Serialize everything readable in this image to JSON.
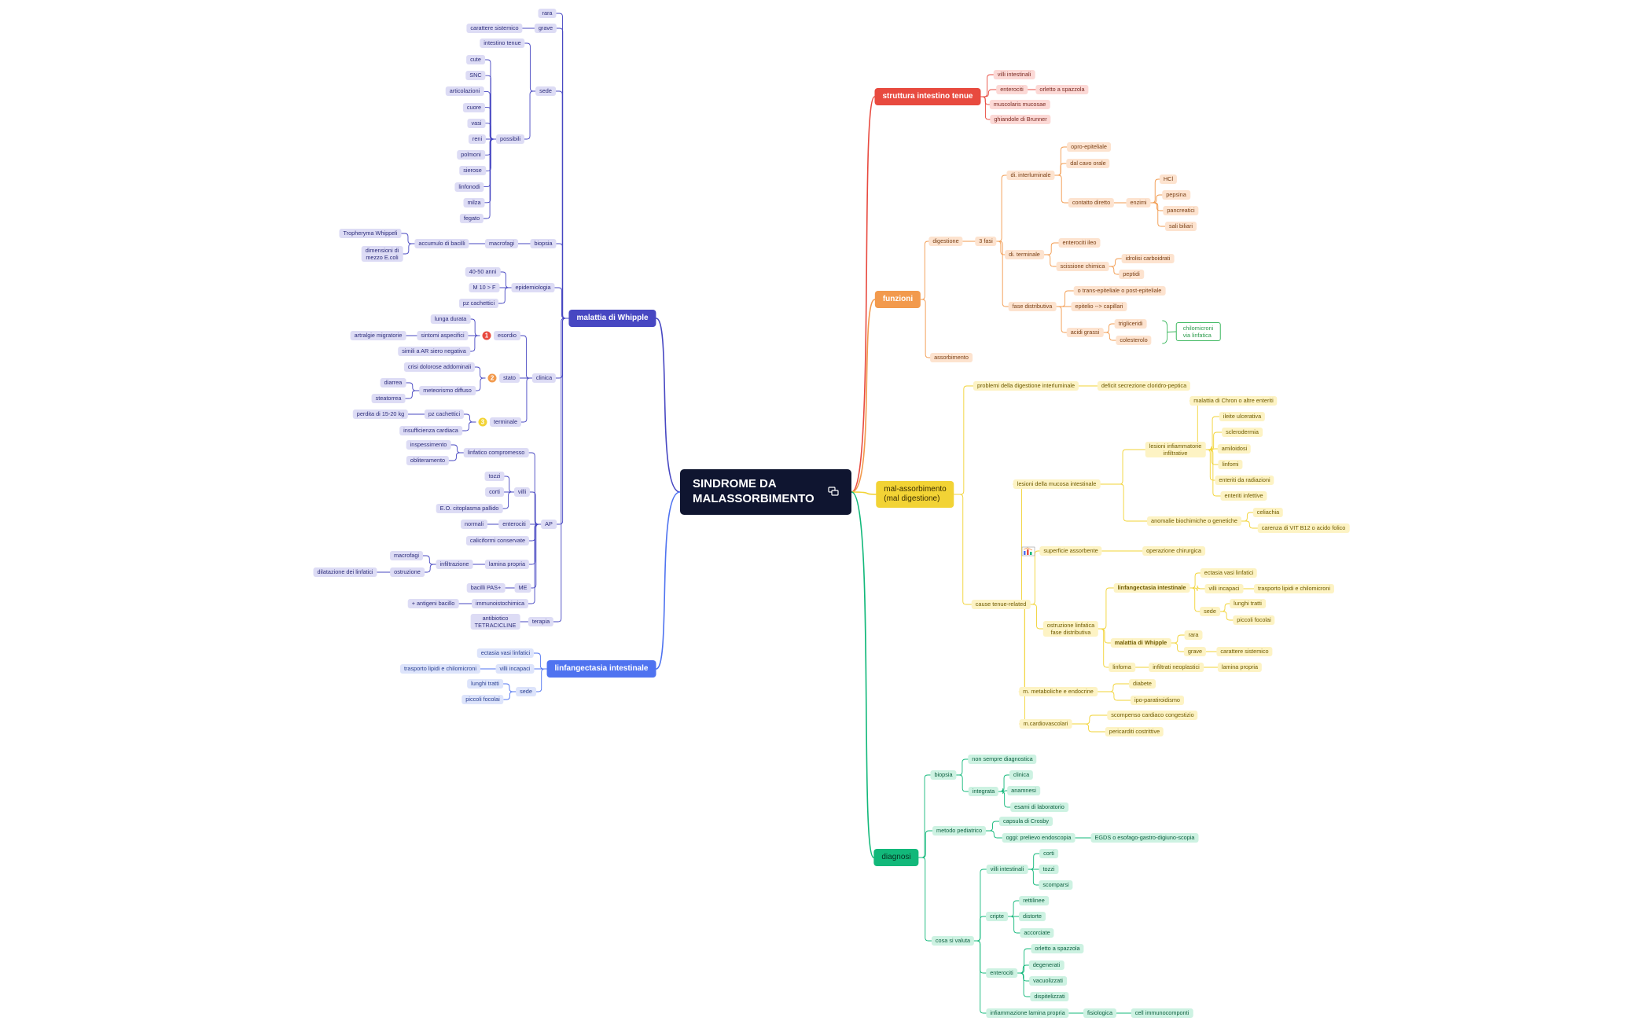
{
  "center": {
    "title": "SINDROME DA\nMALASSORBIMENTO",
    "icon": "linked-pages-icon"
  },
  "colors": {
    "red": "#e84a3f",
    "orange": "#f29a4d",
    "yellow": "#f2d335",
    "green": "#12b87a",
    "indigo": "#4747c2",
    "blue": "#4f73f0"
  },
  "branches": {
    "struttura": {
      "label": "struttura intestino tenue",
      "children": {
        "villi": "villi intestinali",
        "enterociti": "enterociti",
        "orletto": "orletto a spazzola",
        "muscolaris": "muscolaris mucosae",
        "ghiandole": "ghiandole di Brunner"
      }
    },
    "funzioni": {
      "label": "funzioni",
      "children": {
        "digestione": "digestione",
        "tre_fasi": "3 fasi",
        "interluminale": "di. interluminale",
        "opro": "opro-epiteliale",
        "cavo": "dal cavo orale",
        "contatto": "contatto diretto",
        "enzimi": "enzimi",
        "hcl": "HCl",
        "pepsina": "pepsina",
        "pancreatici": "pancreatici",
        "sali": "sali biliari",
        "terminale": "di. terminale",
        "enterociti_ileo": "enterociti ileo",
        "scissione": "scissione chimica",
        "idrolisi": "idrolisi carboidrati",
        "peptidi": "peptidi",
        "fase_distr": "fase distributiva",
        "trans": "o trans-epiteliale o post-epiteliale",
        "epitelio": "epitelio --> capillari",
        "acidi": "acidi grassi",
        "trigliceridi": "trigliceridi",
        "colesterolo": "colesterolo",
        "chilomicroni": "chilomicroni\nvia linfatica",
        "assorbimento": "assorbimento"
      }
    },
    "malassorbimento": {
      "label": "mal-assorbimento\n(mal digestione)",
      "children": {
        "problemi": "problemi della digestione interluminale",
        "deficit": "deficit secrezione cloridro-peptica",
        "cause": "cause tenue-related",
        "lesioni_mucosa": "lesioni della mucosa intestinale",
        "lesioni_infiam": "lesioni infiammatorie\ninfiltrative",
        "chron": "malattia di Chron o altre enteriti",
        "ileite": "ileite ulcerativa",
        "sclero": "sclerodermia",
        "amiloidosi": "amiloidosi",
        "linfomi": "linfomi",
        "radiazioni": "enteriti da radiazioni",
        "infettive": "enteriti infettive",
        "anomalie": "anomalie biochimiche o genetiche",
        "celiachia": "celiachia",
        "carenza": "carenza di VIT B12 o acido folico",
        "superficie": "superficie assorbente",
        "operazione": "operazione chirurgica",
        "ostruzione": "ostruzione linfatica\nfase distributiva",
        "linfangectasia": "linfangectasia intestinale",
        "ectasia": "ectasia vasi linfatici",
        "villi_incapaci": "villi incapaci",
        "trasporto": "trasporto lipidi e chilomicroni",
        "sede": "sede",
        "lunghi": "lunghi tratti",
        "piccoli": "piccoli focolai",
        "whipple": "malattia di Whipple",
        "rara": "rara",
        "grave": "grave",
        "carattere": "carattere sistemico",
        "linfoma": "linfoma",
        "infiltrati": "infiltrati neoplastici",
        "lamina": "lamina propria",
        "metaboliche": "m. metaboliche e endocrine",
        "diabete": "diabete",
        "ipo": "ipo-paratiroidismo",
        "cardio": "m.cardiovascolari",
        "scompenso": "scompenso cardiaco congestizio",
        "pericarditi": "pericarditi costrittive"
      }
    },
    "diagnosi": {
      "label": "diagnosi",
      "children": {
        "biopsia": "biopsia",
        "non_sempre": "non sempre diagnostica",
        "integrata": "integrata",
        "clinica": "clinica",
        "anamnesi": "anamnesi",
        "esami": "esami di laboratorio",
        "metodo": "metodo pediatrico",
        "capsula": "capsula di Crosby",
        "oggi": "oggi: prelievo endoscopia",
        "egds": "EGDS o esofago-gastro-digiuno-scopia",
        "cosa": "cosa si valuta",
        "villi": "villi intestinali",
        "corti": "corti",
        "tozzi": "tozzi",
        "scomparsi": "scomparsi",
        "cripte": "cripte",
        "rettilinee": "rettilinee",
        "distorte": "distorte",
        "accorciate": "accorciate",
        "enterociti": "enterociti",
        "orletto": "orletto a spazzola",
        "degenerati": "degenerati",
        "vacuolizzati": "vacuolizzati",
        "dispiteliz": "dispitelizzati",
        "infiammazione": "infiammazione lamina propria",
        "fisiologica": "fisiologica",
        "cell": "cell immunocomponti"
      }
    },
    "whipple": {
      "label": "malattia di Whipple",
      "children": {
        "rara": "rara",
        "grave": "grave",
        "carattere": "carattere sistemico",
        "sede": "sede",
        "intestino": "intestino tenue",
        "possibili": "possibili",
        "cute": "cute",
        "snc": "SNC",
        "articolazioni": "articolazioni",
        "cuore": "cuore",
        "vasi": "vasi",
        "reni": "reni",
        "polmoni": "polmoni",
        "sierose": "sierose",
        "linfonodi": "linfonodi",
        "milza": "milza",
        "fegato": "fegato",
        "biopsia": "biopsia",
        "macrofagi": "macrofagi",
        "accumulo": "accumulo di bacilli",
        "tropheryma": "Tropheryma Whippeli",
        "dimensioni": "dimensioni di\nmezzo E.coli",
        "epidemiologia": "epidemiologia",
        "eta": "40-50 anni",
        "mf": "M 10 > F",
        "pz": "pz cachettici",
        "clinica": "clinica",
        "esordio": "esordio",
        "sintomi": "sintomi aspecifici",
        "lunga": "lunga durata",
        "artralgie": "artralgie migratorie",
        "simili": "simili a AR siero negativa",
        "stato": "stato",
        "crisi": "crisi dolorose addominali",
        "meteorismo": "meteorismo diffuso",
        "diarrea": "diarrea",
        "steatorrea": "steatorrea",
        "terminale": "terminale",
        "pz_cach": "pz cachettici",
        "perdita": "perdita di 15-20 kg",
        "insufficienza": "insufficienza cardiaca",
        "ap": "AP",
        "linfatico": "linfatico compromesso",
        "inspessimento": "inspessimento",
        "obliteramento": "obliteramento",
        "villi": "villi",
        "tozzi": "tozzi",
        "corti": "corti",
        "eo": "E.O. citoplasma pallido",
        "enterociti": "enterociti",
        "normali": "normali",
        "caliciformi": "caliciformi conservate",
        "lamina": "lamina propria",
        "infiltrazione": "infiltrazione",
        "macrofagi2": "macrofagi",
        "ostruzione": "ostruzione",
        "dilatazione": "dilatazione dei linfatici",
        "me": "ME",
        "bacilli": "bacilli PAS+",
        "immuno": "immunoistochimica",
        "antigeni": "+ antigeni bacillo",
        "terapia": "terapia",
        "antibiotico": "antibiotico\nTETRACICLINE"
      }
    },
    "linfangectasia": {
      "label": "linfangectasia intestinale",
      "children": {
        "ectasia": "ectasia vasi linfatici",
        "villi": "villi incapaci",
        "trasporto": "trasporto lipidi e chilomicroni",
        "sede": "sede",
        "lunghi": "lunghi tratti",
        "piccoli": "piccoli focolai"
      }
    }
  },
  "priority_markers": {
    "esordio": "1",
    "stato": "2",
    "terminale": "3"
  }
}
